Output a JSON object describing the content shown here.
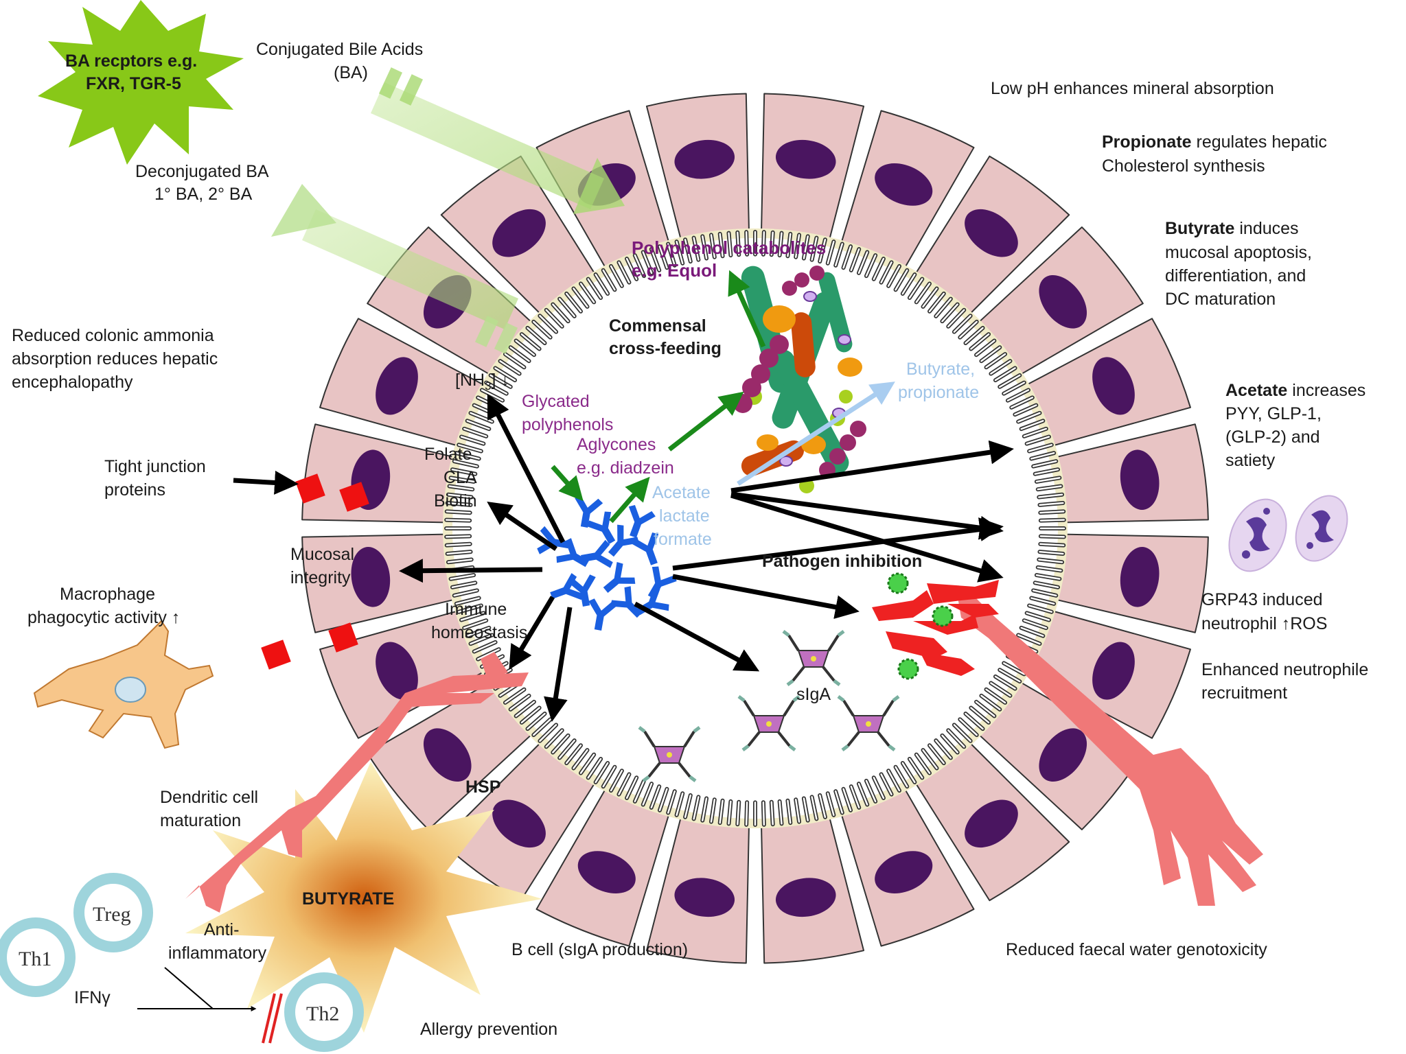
{
  "labels": {
    "ba_receptors_1": "BA recptors e.g.",
    "ba_receptors_2": "FXR, TGR-5",
    "conj_ba_1": "Conjugated Bile Acids",
    "conj_ba_2": "(BA)",
    "deconj_1": "Deconjugated BA",
    "deconj_2": "1° BA, 2° BA",
    "low_ph": "Low pH enhances mineral absorption",
    "propionate_b": "Propionate",
    "propionate_1": " regulates hepatic",
    "propionate_2": "Cholesterol synthesis",
    "butyrate_b": "Butyrate",
    "butyrate_1": " induces",
    "butyrate_2": "mucosal apoptosis,",
    "butyrate_3": "differentiation, and",
    "butyrate_4": "DC maturation",
    "acetate_b": "Acetate",
    "acetate_1": " increases",
    "acetate_2": "PYY, GLP-1,",
    "acetate_3": "(GLP-2) and",
    "acetate_4": "satiety",
    "grp43_1": "GRP43 induced",
    "grp43_2": "neutrophil ↑ROS",
    "neutro_1": "Enhanced neutrophile",
    "neutro_2": "recruitment",
    "ammonia_1": "Reduced colonic ammonia",
    "ammonia_2": "absorption reduces hepatic",
    "ammonia_3": "encephalopathy",
    "tight_1": "Tight junction",
    "tight_2": "proteins",
    "macro_1": "Macrophage",
    "macro_2": "phagocytic activity ↑",
    "dendritic_1": "Dendritic cell",
    "dendritic_2": "maturation",
    "butyrate_big": "BUTYRATE",
    "treg": "Treg",
    "th1": "Th1",
    "th2": "Th2",
    "anti_1": "Anti-",
    "anti_2": "inflammatory",
    "ifn": "IFNγ",
    "allergy": "Allergy prevention",
    "bcell": "B cell (sIgA production)",
    "faecal": "Reduced faecal water genotoxicity",
    "hsp": "HSP",
    "nh3": "[NH",
    "nh3_sub": "3",
    "nh3_end": "] ↓",
    "glycated_1": "Glycated",
    "glycated_2": "polyphenols",
    "aglycones_1": "Aglycones",
    "aglycones_2": "e.g. diadzein",
    "folate": "Folate",
    "cla": "CLA",
    "biotin": "Biotin",
    "acetate_lum": "Acetate",
    "lactate": "lactate",
    "formate": "formate",
    "mucosal_1": "Mucosal",
    "mucosal_2": "integrity",
    "immune_1": "Immune",
    "immune_2": "homeostasis",
    "polyphenol_1": "Polyphenol catabolites",
    "polyphenol_2": "e.g. Equol",
    "commensal_1": "Commensal",
    "commensal_2": "cross-feeding",
    "butyrate_prop_1": "Butyrate,",
    "butyrate_prop_2": "propionate",
    "pathogen": "Pathogen inhibition",
    "siga": "sIgA"
  },
  "colors": {
    "cell_fill": "#e8c4c4",
    "nucleus": "#4a1560",
    "tight_junction": "#ee1111",
    "probiotic": "#1a5fe0",
    "pathogen": "#ee2222",
    "dendritic": "#f07070",
    "green_arrow": "#1a8a1a",
    "t_cell_ring": "#9ed4dc"
  }
}
